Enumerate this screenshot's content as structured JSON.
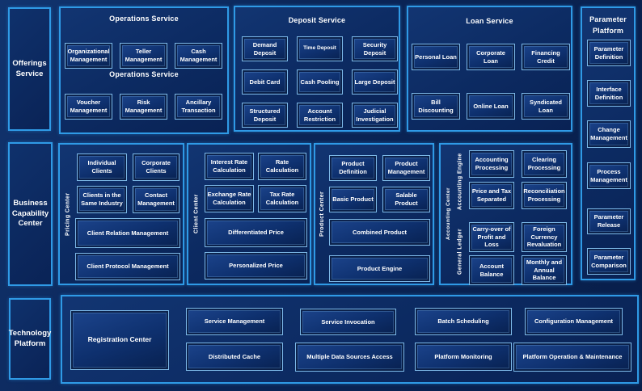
{
  "colors": {
    "background": "#0a2457",
    "panel_border": "#2f9ae6",
    "box_border": "#7db9e8",
    "text": "#ffffff"
  },
  "left_rail": {
    "offerings": "Offerings Service",
    "business": "Business Capability Center",
    "technology": "Technology Platform"
  },
  "operations_service": {
    "title": "Operations Service",
    "subtitle": "Operations Service",
    "boxes": [
      "Organizational Management",
      "Teller Management",
      "Cash Management",
      "Voucher Management",
      "Risk Management",
      "Ancillary Transaction"
    ]
  },
  "deposit_service": {
    "title": "Deposit Service",
    "boxes": [
      "Demand Deposit",
      "Time Deposit",
      "Security Deposit",
      "Debit Card",
      "Cash Pooling",
      "Large Deposit",
      "Structured Deposit",
      "Account Restriction",
      "Judicial Investigation"
    ]
  },
  "loan_service": {
    "title": "Loan Service",
    "boxes": [
      "Personal Loan",
      "Corporate Loan",
      "Financing Credit",
      "Bill Discounting",
      "Online Loan",
      "Syndicated Loan"
    ]
  },
  "parameter_platform": {
    "title": "Parameter Platform",
    "boxes": [
      "Parameter Definition",
      "Interface Definition",
      "Change Management",
      "Process Management",
      "Parameter Release",
      "Parameter Comparison"
    ]
  },
  "pricing_center": {
    "label": "Pricing Center",
    "boxes": [
      "Individual Clients",
      "Corporate Clients",
      "Clients in the Same Industry",
      "Contact Management"
    ],
    "wide_boxes": [
      "Client Relation Management",
      "Client Protocol Management"
    ]
  },
  "client_center": {
    "label": "Client Center",
    "boxes": [
      "Interest Rate Calculation",
      "Rate Calculation",
      "Exchange Rate Calculation",
      "Tax Rate Calculation"
    ],
    "wide_boxes": [
      "Differentiated Price",
      "Personalized Price"
    ]
  },
  "product_center": {
    "label": "Product Center",
    "boxes": [
      "Product Definition",
      "Product Management",
      "Basic Product",
      "Salable Product"
    ],
    "wide_boxes": [
      "Combined Product",
      "Product Engine"
    ]
  },
  "accounting_center": {
    "label": "Accounting Center",
    "groups": [
      {
        "label": "Accounting Engine",
        "boxes": [
          "Accounting Processing",
          "Clearing Processing",
          "Price and Tax Separated",
          "Reconciliation Processing"
        ]
      },
      {
        "label": "General  Ledger",
        "boxes": [
          "Carry-over of Profit and Loss",
          "Foreign Currency Revaluation",
          "Account Balance",
          "Monthly and Annual Balance"
        ]
      }
    ]
  },
  "technology_platform_panel": {
    "registration": "Registration Center",
    "row1": [
      "Service Management",
      "Service Invocation",
      "Batch Scheduling",
      "Configuration Management"
    ],
    "row2": [
      "Distributed Cache",
      "Multiple Data Sources Access",
      "Platform Monitoring",
      "Platform Operation & Maintenance"
    ]
  }
}
